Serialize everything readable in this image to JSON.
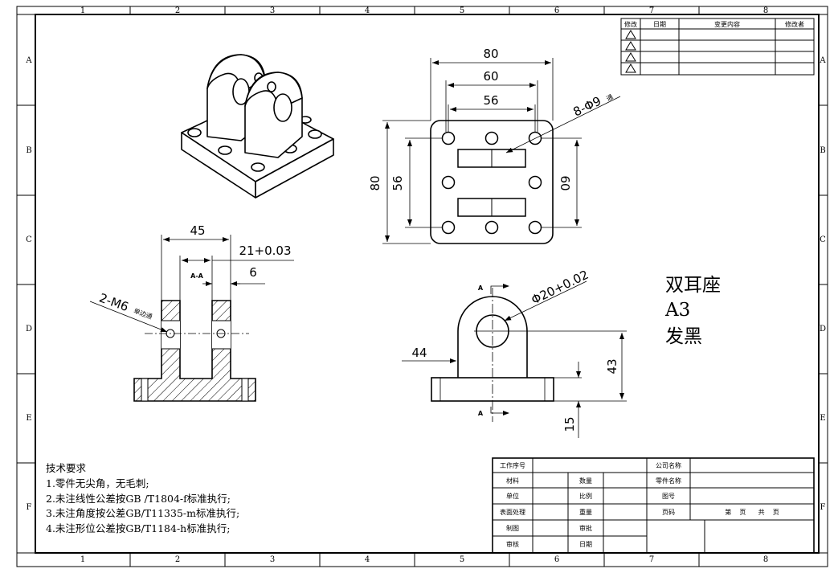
{
  "grid": {
    "columns": [
      "1",
      "2",
      "3",
      "4",
      "5",
      "6",
      "7",
      "8"
    ],
    "rows": [
      "A",
      "B",
      "C",
      "D",
      "E",
      "F"
    ]
  },
  "revision_table": {
    "headers": [
      "修改",
      "日期",
      "变更内容",
      "修改者"
    ],
    "row_count": 4
  },
  "dimensions": {
    "top_width_outer": "80",
    "top_width_mid": "60",
    "top_width_inner": "56",
    "holes_callout": "8-Φ9",
    "holes_through": "通",
    "top_height_outer": "80",
    "top_height_inner": "56",
    "top_height_right": "60",
    "sec_width": "45",
    "sec_slot": "21+0.03",
    "sec_section_label": "A-A",
    "sec_wall": "6",
    "sec_thread": "2-M6",
    "sec_thread_note": "单边通",
    "front_bore": "Φ20+0.02",
    "front_height": "43",
    "front_left": "44",
    "front_base": "15",
    "section_mark": "A"
  },
  "part_info": {
    "name": "双耳座",
    "size": "A3",
    "finish": "发黑"
  },
  "requirements": {
    "title": "技术要求",
    "items": [
      "1.零件无尖角，无毛刺;",
      "2.未注线性公差按GB /T1804-f标准执行;",
      "3.未注角度按公差GB/T11335-m标准执行;",
      "4.未注形位公差按GB/T1184-h标准执行;"
    ]
  },
  "title_block": {
    "work_no": "工作序号",
    "material": "材料",
    "qty": "数量",
    "unit": "单位",
    "scale": "比例",
    "surface": "表面处理",
    "weight": "重量",
    "drawn": "制图",
    "approve": "审批",
    "review": "审核",
    "date": "日期",
    "company": "公司名称",
    "part_name": "零件名称",
    "drawing_no": "图号",
    "page": "页码",
    "page_text": "第    页      共    页"
  }
}
